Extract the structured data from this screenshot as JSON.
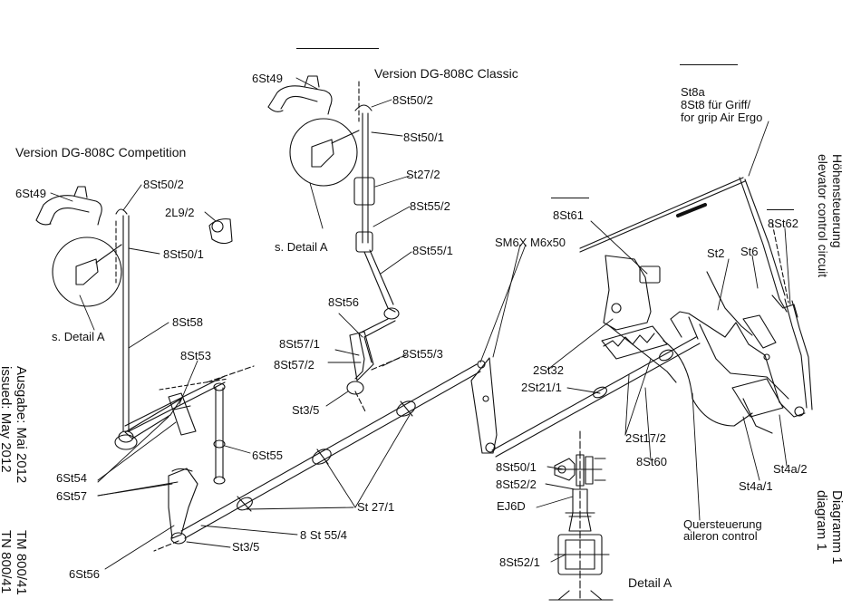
{
  "headings": {
    "classic": "Version DG-808C Classic",
    "competition": "Version DG-808C Competition",
    "detail_a": "Detail A"
  },
  "side_texts": {
    "title_de": "Höhensteuerung",
    "title_en": "elevator control circuit",
    "diagram_de": "Diagramm 1",
    "diagram_en": "diagram 1",
    "issued_de": "Ausgabe: Mai 2012",
    "issued_en": "issued: May 2012",
    "tm_de": "TM 800/41",
    "tm_en": "TN 800/41"
  },
  "labels": {
    "p_6st49_top": "6St49",
    "p_8st50_2_top": "8St50/2",
    "p_8st50_1_top": "8St50/1",
    "p_st27_2": "St27/2",
    "p_8st55_2": "8St55/2",
    "p_s_detail_a_1": "s. Detail A",
    "p_8st55_1": "8St55/1",
    "p_8st56": "8St56",
    "p_8st57_1": "8St57/1",
    "p_8st57_2": "8St57/2",
    "p_8st55_3": "8St55/3",
    "p_st3_5_top": "St3/5",
    "p_6st49_left": "6St49",
    "p_8st50_2_left": "8St50/2",
    "p_2l9_2": "2L9/2",
    "p_8st50_1_left": "8St50/1",
    "p_s_detail_a_2": "s. Detail A",
    "p_8st58": "8St58",
    "p_8st53": "8St53",
    "p_6st55": "6St55",
    "p_6st54": "6St54",
    "p_6st57": "6St57",
    "p_st27_1": "St 27/1",
    "p_8st55_4": "8 St 55/4",
    "p_st3_5_bottom": "St3/5",
    "p_6st56": "6St56",
    "p_sm6x": "SM6X M6x50",
    "p_8st61": "8St61",
    "p_2st32": "2St32",
    "p_2st21_1": "2St21/1",
    "p_2st17_2": "2St17/2",
    "p_8st60": "8St60",
    "p_st8a": "St8a",
    "p_8st8_griff": "8St8 für Griff/",
    "p_grip_air_ergo": "for grip Air Ergo",
    "p_8st62": "8St62",
    "p_st2": "St2",
    "p_st6": "St6",
    "p_st4a_2": "St4a/2",
    "p_st4a_1": "St4a/1",
    "p_quer_de": "Quersteuerung",
    "p_quer_en": "aileron control",
    "p_8st50_1_detail": "8St50/1",
    "p_8st52_2": "8St52/2",
    "p_ej6d": "EJ6D",
    "p_8st52_1": "8St52/1"
  }
}
